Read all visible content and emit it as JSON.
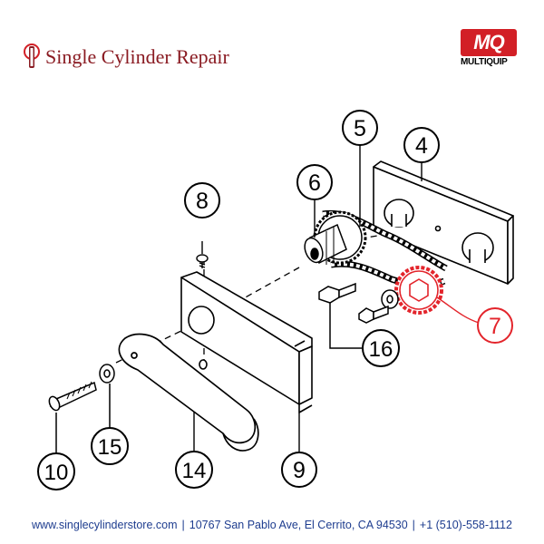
{
  "header": {
    "title": "Single Cylinder Repair",
    "brand_logo_text": "MQ",
    "brand_name": "MULTIQUIP"
  },
  "callouts": [
    {
      "id": "callout-4",
      "label": "4",
      "highlight": false
    },
    {
      "id": "callout-5",
      "label": "5",
      "highlight": false
    },
    {
      "id": "callout-6",
      "label": "6",
      "highlight": false
    },
    {
      "id": "callout-7",
      "label": "7",
      "highlight": true
    },
    {
      "id": "callout-8",
      "label": "8",
      "highlight": false
    },
    {
      "id": "callout-9",
      "label": "9",
      "highlight": false
    },
    {
      "id": "callout-10",
      "label": "10",
      "highlight": false
    },
    {
      "id": "callout-14",
      "label": "14",
      "highlight": false
    },
    {
      "id": "callout-15",
      "label": "15",
      "highlight": false
    },
    {
      "id": "callout-16",
      "label": "16",
      "highlight": false
    }
  ],
  "footer": {
    "website": "www.singlecylinderstore.com",
    "address": "10767 San Pablo Ave, El Cerrito, CA 94530",
    "phone": "+1 (510)-558-1112"
  },
  "colors": {
    "brand_red": "#d21f26",
    "title_red": "#8a1b22",
    "highlight_red": "#e3242b",
    "footer_blue": "#1e3d8f",
    "line": "#000000"
  },
  "icons": [
    "single-cylinder-logo-icon",
    "multiquip-logo"
  ]
}
